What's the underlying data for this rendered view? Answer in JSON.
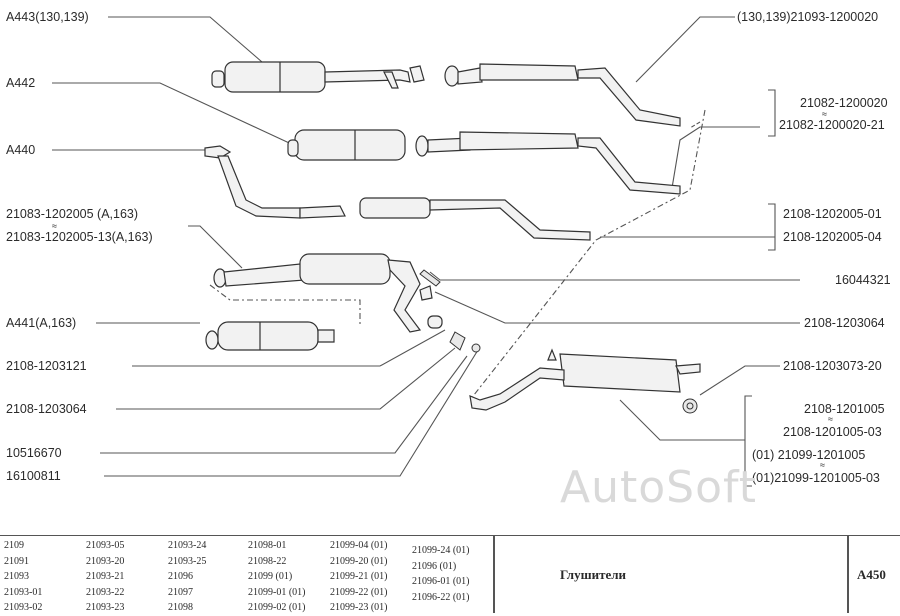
{
  "labels_left": [
    {
      "id": "a443",
      "text": "A443(130,139)"
    },
    {
      "id": "a442",
      "text": "A442"
    },
    {
      "id": "a440",
      "text": "A440"
    },
    {
      "id": "l21083a",
      "text": "21083-1202005     (A,163)"
    },
    {
      "id": "l21083b",
      "text": "21083-1202005-13(A,163)"
    },
    {
      "id": "a441",
      "text": "A441(A,163)"
    },
    {
      "id": "l2108_121",
      "text": "2108-1203121"
    },
    {
      "id": "l2108_064",
      "text": "2108-1203064"
    },
    {
      "id": "l10516670",
      "text": "10516670"
    },
    {
      "id": "l16100811",
      "text": "16100811"
    }
  ],
  "labels_right": [
    {
      "id": "r130",
      "text": "(130,139)21093-1200020"
    },
    {
      "id": "r21082a",
      "text": "21082-1200020"
    },
    {
      "id": "r21082b",
      "text": "21082-1200020-21"
    },
    {
      "id": "r2108_01",
      "text": "2108-1202005-01"
    },
    {
      "id": "r2108_04",
      "text": "2108-1202005-04"
    },
    {
      "id": "r16044321",
      "text": "16044321"
    },
    {
      "id": "r2108_064",
      "text": "2108-1203064"
    },
    {
      "id": "r2108_073",
      "text": "2108-1203073-20"
    },
    {
      "id": "r2108_1005",
      "text": "2108-1201005"
    },
    {
      "id": "r2108_100503",
      "text": "2108-1201005-03"
    },
    {
      "id": "r01a",
      "text": "(01)     21099-1201005"
    },
    {
      "id": "r01b",
      "text": "(01)21099-1201005-03"
    }
  ],
  "approx_mark": "≈",
  "watermark": "AutoSoft",
  "footer": {
    "columns": [
      [
        "2109",
        "21091",
        "21093",
        "21093-01",
        "21093-02"
      ],
      [
        "21093-05",
        "21093-20",
        "21093-21",
        "21093-22",
        "21093-23"
      ],
      [
        "21093-24",
        "21093-25",
        "21096",
        "21097",
        "21098"
      ],
      [
        "21098-01",
        "21098-22",
        "21099 (01)",
        "21099-01 (01)",
        "21099-02 (01)"
      ],
      [
        "21099-04 (01)",
        "21099-20 (01)",
        "21099-21 (01)",
        "21099-22 (01)",
        "21099-23 (01)"
      ],
      [
        "21099-24 (01)",
        "21096 (01)",
        "21096-01 (01)",
        "21096-22 (01)"
      ]
    ],
    "title": "Глушители",
    "code": "A450"
  }
}
